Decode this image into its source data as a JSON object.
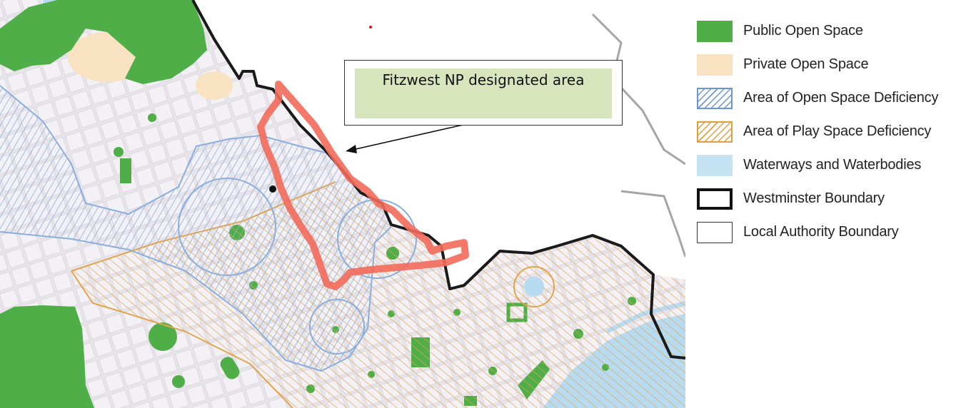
{
  "map": {
    "callout_label": "Fitzwest NP designated area",
    "colors": {
      "street_bg": "#eae7ec",
      "public_open_space": "#4fae48",
      "private_open_space": "#f8e2c2",
      "open_space_deficiency_hatch": "#8aaede",
      "play_space_deficiency_hatch": "#e2a54e",
      "waterways": "#b7dcf2",
      "westminster_boundary": "#1a1a1a",
      "local_authority_boundary": "#9b9b9b",
      "designated_area_outline": "#f26a5b"
    }
  },
  "legend": {
    "items": [
      {
        "label": "Public Open Space",
        "swatch": "solid",
        "fill": "#4fae48",
        "border": "#4fae48"
      },
      {
        "label": "Private Open Space",
        "swatch": "solid",
        "fill": "#f8e2c2",
        "border": "#f8e2c2"
      },
      {
        "label": "Area of Open Space Deficiency",
        "swatch": "hatch",
        "fill": "#ffffff",
        "border": "#6b94d6",
        "hatch": "#6b94d6"
      },
      {
        "label": "Area of Play Space Deficiency",
        "swatch": "hatch",
        "fill": "#ffffff",
        "border": "#e2a03c",
        "hatch": "#e2a03c"
      },
      {
        "label": "Waterways and Waterbodies",
        "swatch": "solid",
        "fill": "#c4e2f4",
        "border": "#c4e2f4"
      },
      {
        "label": "Westminster Boundary",
        "swatch": "outline-thick",
        "fill": "#ffffff",
        "border": "#111111"
      },
      {
        "label": "Local Authority Boundary",
        "swatch": "outline-thin",
        "fill": "#ffffff",
        "border": "#333333"
      }
    ]
  }
}
